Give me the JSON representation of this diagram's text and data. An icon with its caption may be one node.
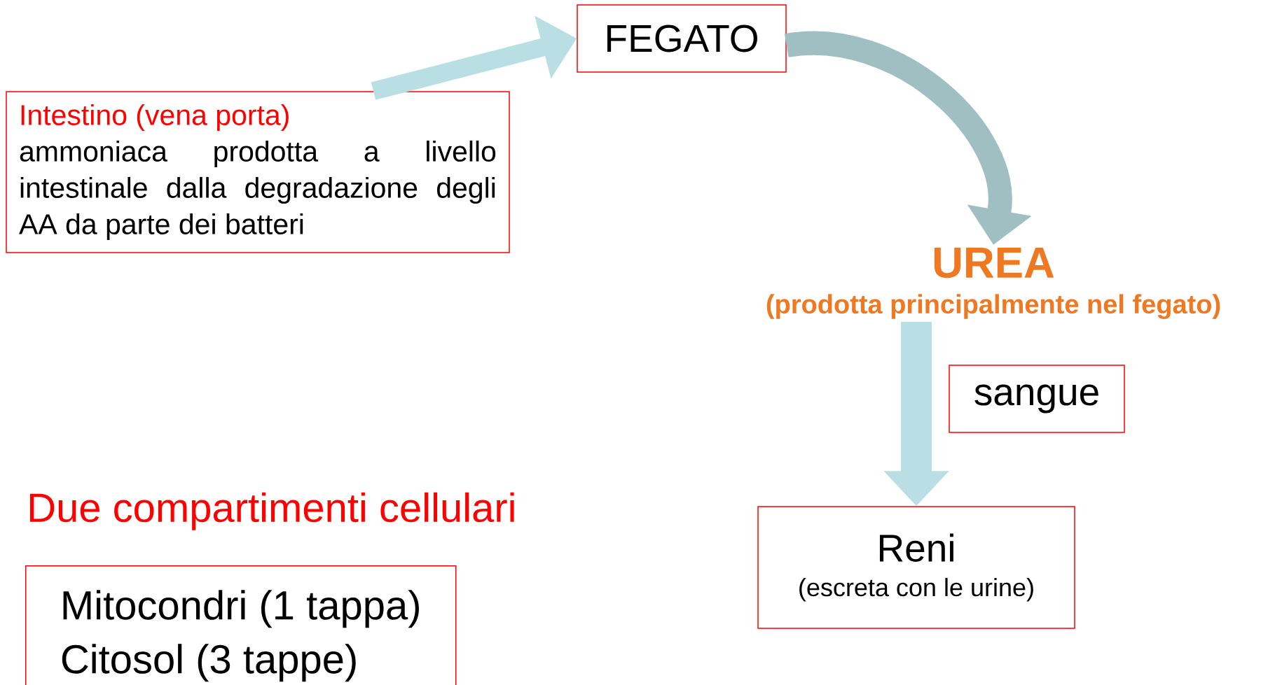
{
  "diagram": {
    "nodes": [
      {
        "text": [
          "Intestino (vena porta)",
          "ammoniaca prodotta a livello intestinale dalla degradazione degli AA da parte dei batteri"
        ]
      },
      {
        "text": [
          "FEGATO"
        ]
      },
      {
        "text": [
          "UREA",
          "(prodotta principalmente nel fegato)"
        ]
      },
      {
        "text": [
          "sangue"
        ]
      },
      {
        "text": [
          "Reni",
          "(escreta con le urine)"
        ]
      },
      {
        "text": [
          "Due compartimenti cellulari",
          "Mitocondri (1 tappa)",
          "Citosol (3 tappe)"
        ]
      }
    ],
    "edges": [
      {
        "from": 0,
        "to": 1,
        "arrow": "to"
      },
      {
        "from": 1,
        "to": 2,
        "arrow": "to",
        "color": "#9fbfc3"
      },
      {
        "from": 2,
        "to": 4,
        "arrow": "to"
      }
    ]
  }
}
